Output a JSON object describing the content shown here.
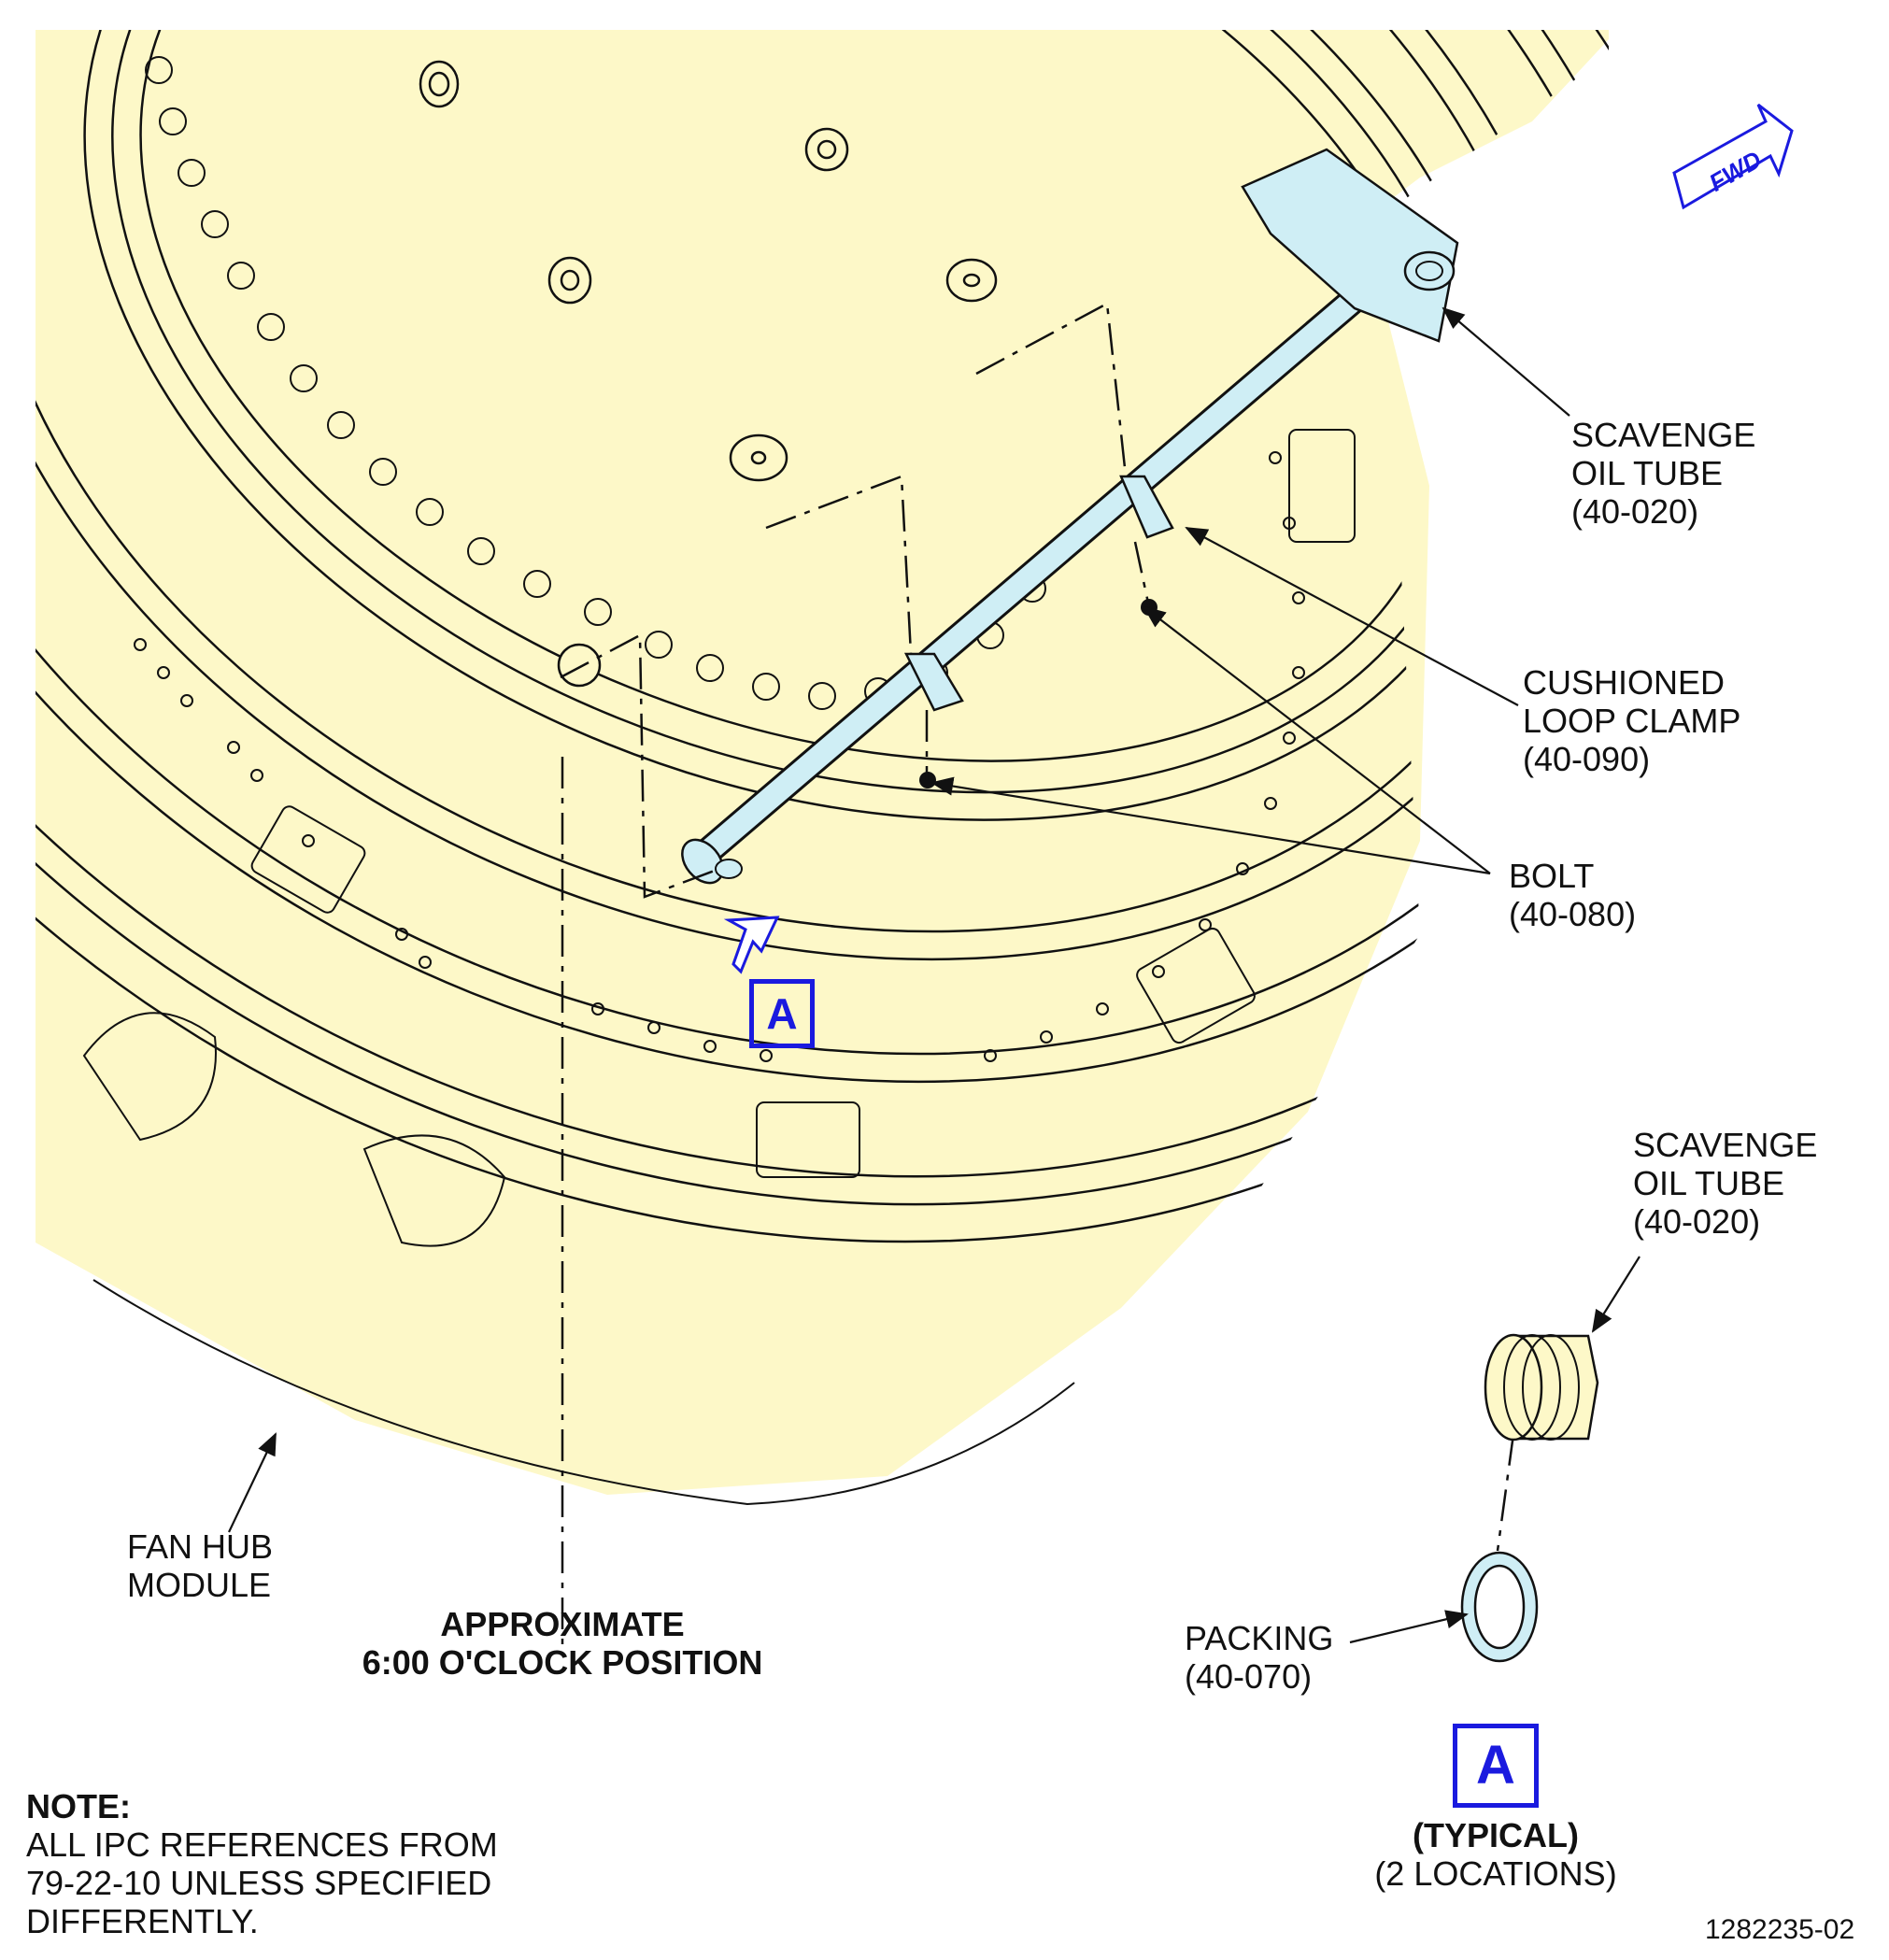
{
  "colors": {
    "background": "#ffffff",
    "casing_fill": "#fdf8c8",
    "tube_fill": "#cfeef5",
    "line": "#111111",
    "reference_blue": "#1a1adf"
  },
  "direction_arrow": {
    "text": "FWD",
    "icon": "forward-direction-arrow"
  },
  "callouts": {
    "scavenge_tube_top": {
      "line1": "SCAVENGE",
      "line2": "OIL TUBE",
      "line3": "(40-020)"
    },
    "loop_clamp": {
      "line1": "CUSHIONED",
      "line2": "LOOP CLAMP",
      "line3": "(40-090)"
    },
    "bolt": {
      "line1": "BOLT",
      "line2": "(40-080)"
    },
    "fan_hub": {
      "line1": "FAN HUB",
      "line2": "MODULE"
    },
    "position": {
      "line1": "APPROXIMATE",
      "line2": "6:00 O'CLOCK POSITION"
    },
    "scavenge_tube_detail": {
      "line1": "SCAVENGE",
      "line2": "OIL TUBE",
      "line3": "(40-020)"
    },
    "packing": {
      "line1": "PACKING",
      "line2": "(40-070)"
    }
  },
  "view_reference": {
    "label": "A"
  },
  "detail_view": {
    "label": "A",
    "title": "(TYPICAL)",
    "subtitle": "(2 LOCATIONS)"
  },
  "note": {
    "heading": "NOTE:",
    "line1": "ALL IPC REFERENCES FROM",
    "line2": "79-22-10 UNLESS SPECIFIED",
    "line3": "DIFFERENTLY."
  },
  "figure_number": "1282235-02"
}
